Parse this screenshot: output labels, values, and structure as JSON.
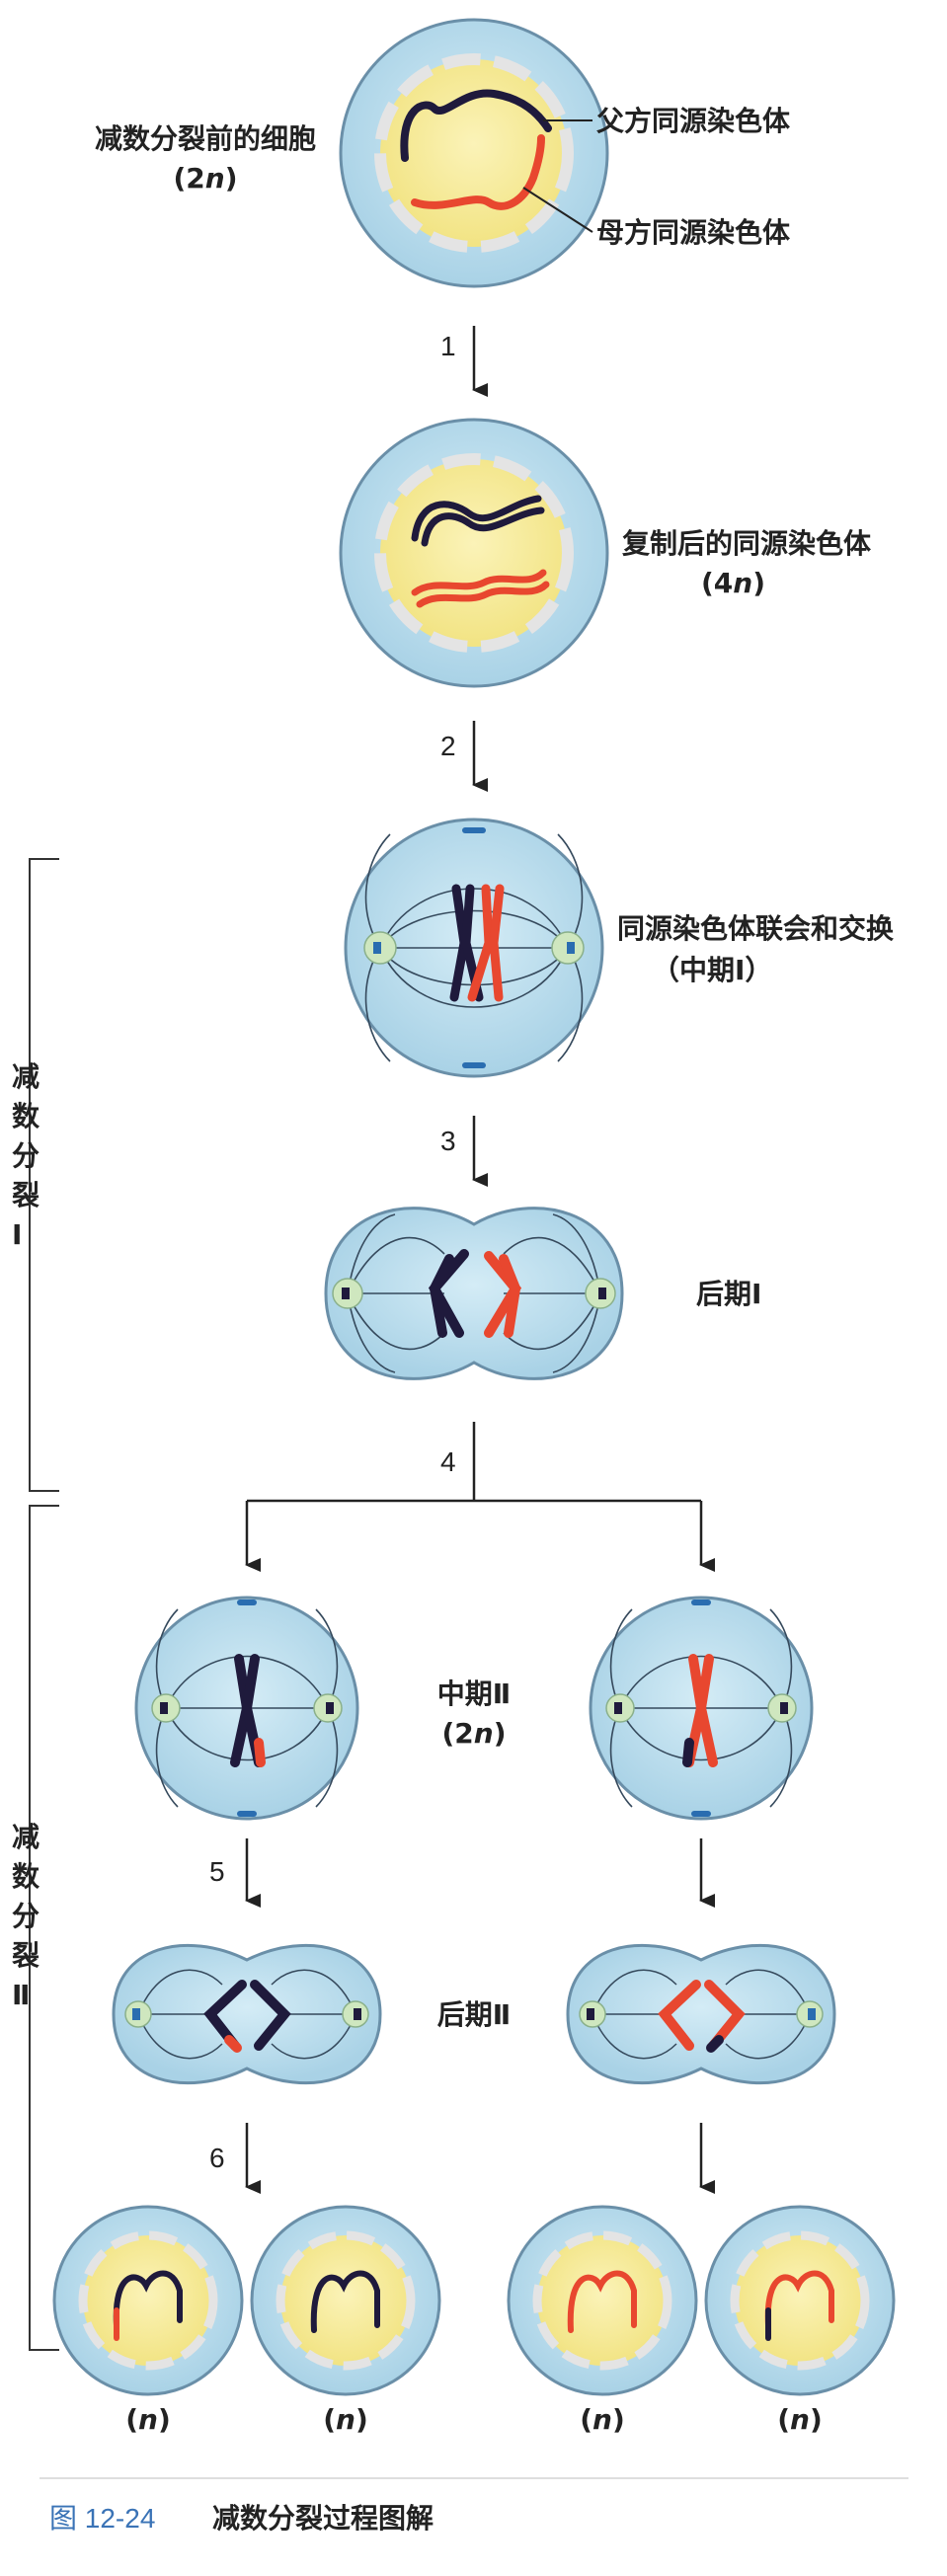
{
  "labels": {
    "pre_cell": "减数分裂前的细胞",
    "pre_ploidy_open": "(2",
    "pre_ploidy_n": "n",
    "pre_ploidy_close": ")",
    "paternal": "父方同源染色体",
    "maternal": "母方同源染色体",
    "replicated": "复制后的同源染色体",
    "replicated_ploidy_open": "(4",
    "replicated_ploidy_n": "n",
    "replicated_ploidy_close": ")",
    "synapsis": "同源染色体联会和交换",
    "metaphase1": "（中期Ⅰ）",
    "anaphase1": "后期Ⅰ",
    "metaphase2": "中期Ⅱ",
    "metaphase2_ploidy_open": "(2",
    "metaphase2_ploidy_n": "n",
    "metaphase2_ploidy_close": ")",
    "anaphase2": "后期Ⅱ",
    "meiosis1_chars": [
      "减",
      "数",
      "分",
      "裂",
      "Ⅰ"
    ],
    "meiosis2_chars": [
      "减",
      "数",
      "分",
      "裂",
      "Ⅱ"
    ],
    "haploid_open": "(",
    "haploid_n": "n",
    "haploid_close": ")"
  },
  "steps": [
    "1",
    "2",
    "3",
    "4",
    "5",
    "6"
  ],
  "caption": {
    "figure": "图 12-24",
    "title": "减数分裂过程图解"
  },
  "colors": {
    "cell_fill": "#bfe0ee",
    "cell_stroke": "#6a8fa8",
    "nucleus_fill": "#f7ec9e",
    "paternal": "#1f1a3c",
    "maternal": "#e8472f",
    "membrane": "#e4e4e4",
    "caption_blue": "#3a73b6"
  }
}
